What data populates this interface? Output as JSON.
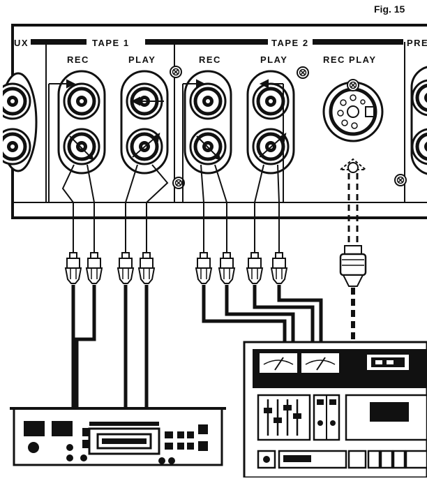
{
  "figure": {
    "label": "Fig. 15"
  },
  "panel": {
    "groups": {
      "aux": "UX",
      "tape1": "TAPE 1",
      "tape2": "TAPE 2",
      "pre": "PRE"
    },
    "jack_labels": {
      "tape1_rec": "REC",
      "tape1_play": "PLAY",
      "tape2_rec": "REC",
      "tape2_play": "PLAY",
      "tape2_din": "REC PLAY"
    }
  },
  "colors": {
    "ink": "#111111",
    "paper": "#ffffff"
  },
  "icons": [
    "screw-icon",
    "rca-jack-icon",
    "din-socket-icon",
    "rca-plug-icon",
    "din-plug-icon",
    "vu-meter-icon"
  ]
}
